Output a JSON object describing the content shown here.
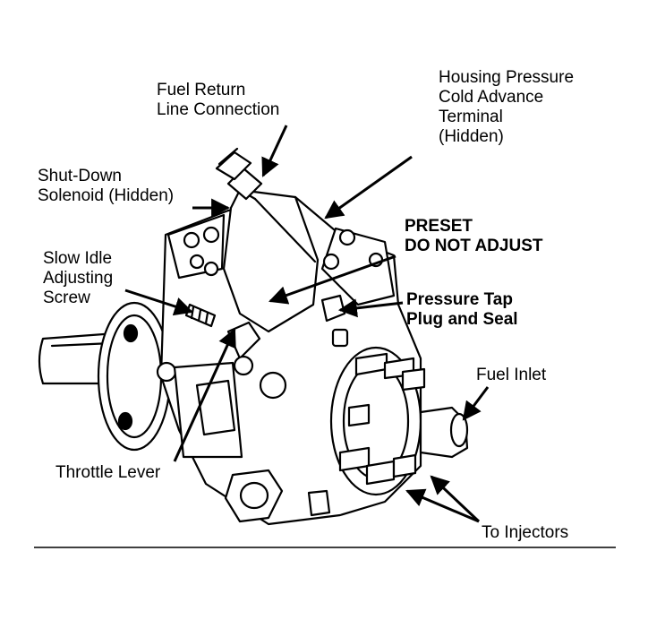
{
  "labels": {
    "fuel_return": [
      "Fuel Return",
      "Line Connection"
    ],
    "housing_pressure": [
      "Housing Pressure",
      "Cold Advance",
      "Terminal",
      "(Hidden)"
    ],
    "shut_down": [
      "Shut-Down",
      "Solenoid (Hidden)"
    ],
    "preset": [
      "PRESET",
      "DO NOT ADJUST"
    ],
    "slow_idle": [
      "Slow Idle",
      "Adjusting",
      "Screw"
    ],
    "pressure_tap": [
      "Pressure Tap",
      "Plug and Seal"
    ],
    "fuel_inlet": "Fuel Inlet",
    "throttle_lever": "Throttle Lever",
    "to_injectors": "To Injectors"
  },
  "colors": {
    "ink": "#000000",
    "paper": "#ffffff"
  }
}
